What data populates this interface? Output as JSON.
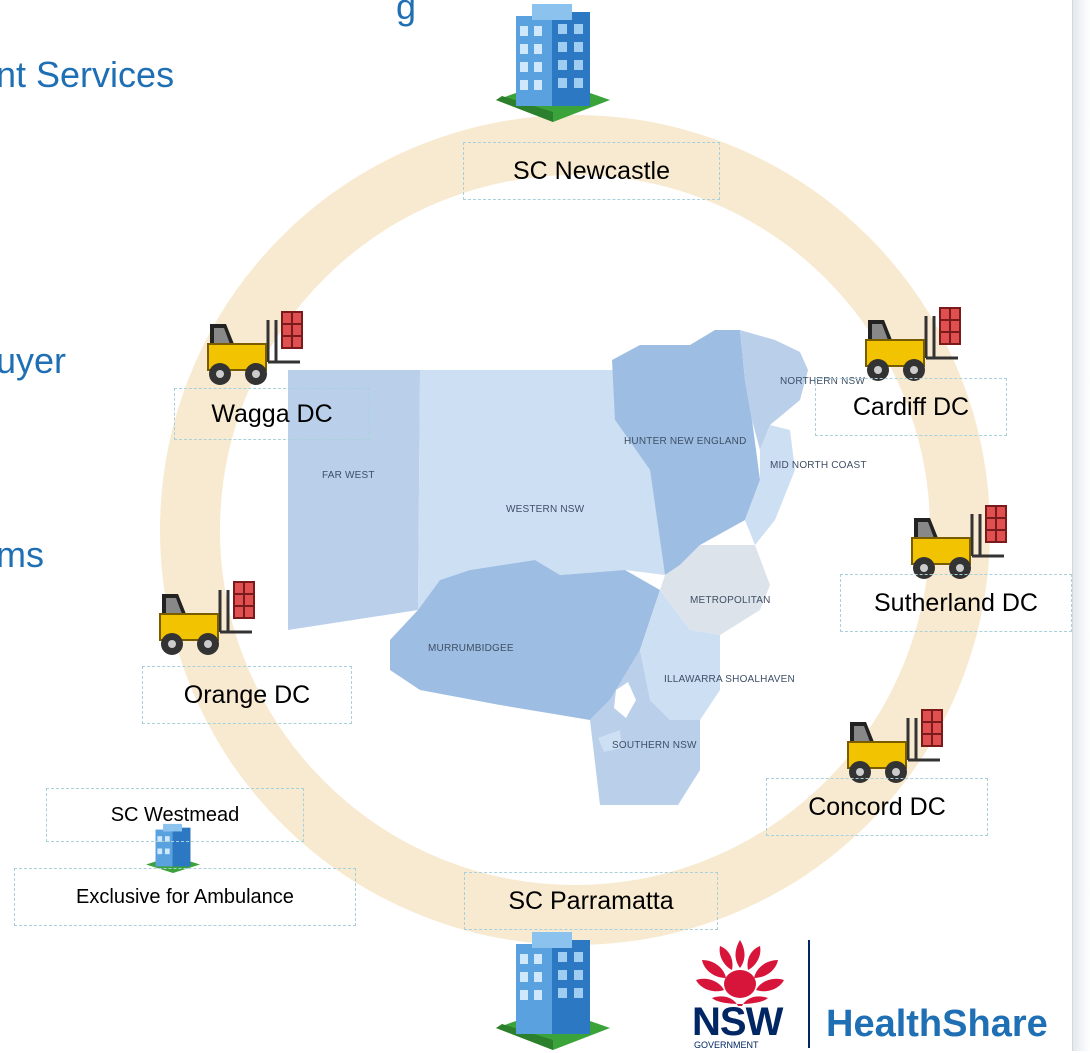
{
  "left_text": {
    "line1": "g",
    "line2": "nt Services",
    "line3": "uyer",
    "line4": "ms"
  },
  "service_centres": {
    "newcastle": "SC Newcastle",
    "parramatta": "SC Parramatta",
    "westmead": "SC Westmead",
    "ambulance": "Exclusive for Ambulance"
  },
  "distribution_centres": {
    "wagga": "Wagga DC",
    "cardiff": "Cardiff DC",
    "sutherland": "Sutherland DC",
    "orange": "Orange DC",
    "concord": "Concord DC"
  },
  "map_regions": {
    "far_west": "FAR WEST",
    "western_nsw": "WESTERN NSW",
    "hunter": "HUNTER NEW ENGLAND",
    "northern": "NORTHERN NSW",
    "mid_north": "MID NORTH COAST",
    "metro": "METROPOLITAN",
    "murrumbidgee": "MURRUMBIDGEE",
    "illawarra": "ILLAWARRA SHOALHAVEN",
    "southern": "SOUTHERN NSW"
  },
  "logo": {
    "nsw": "NSW",
    "government": "GOVERNMENT",
    "healthshare": "HealthShare"
  },
  "colors": {
    "ring": "#f8ead0",
    "accent_blue": "#1f6fb4",
    "label_border": "#a9d1dc",
    "logo_red": "#d7153a",
    "logo_navy": "#002664"
  }
}
